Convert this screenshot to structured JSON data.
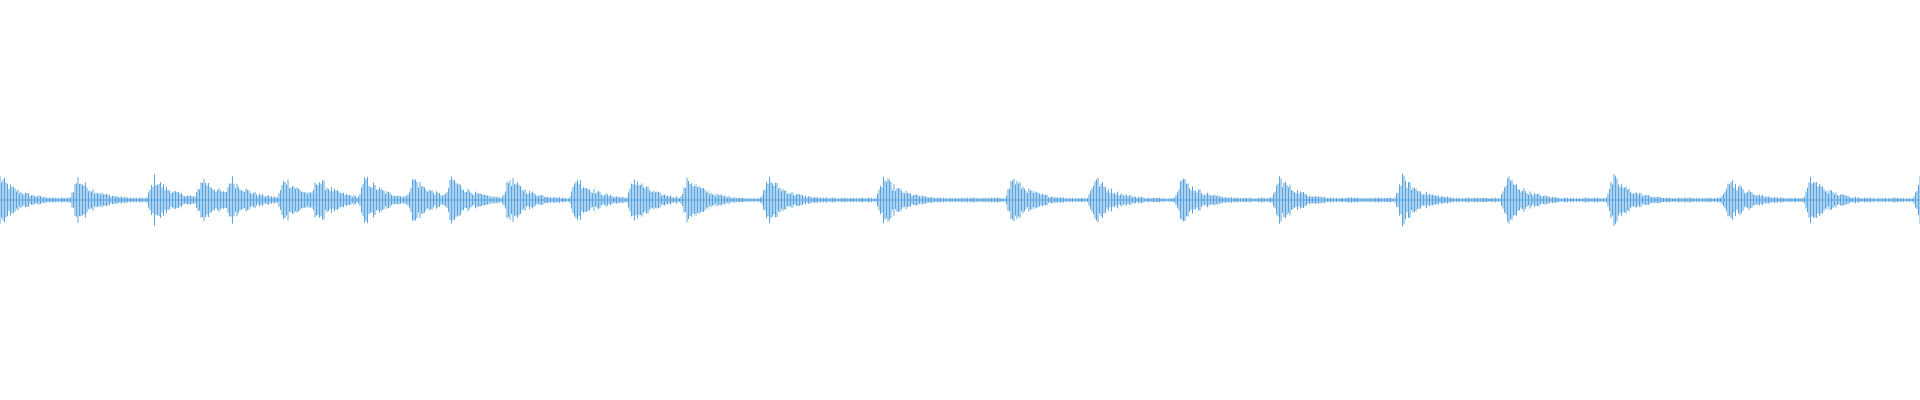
{
  "waveform": {
    "color": "#5aa5e0",
    "background": "#ffffff",
    "peak_level": 0.12,
    "baseline_level": 0.012,
    "bursts": [
      0.0,
      0.04,
      0.08,
      0.105,
      0.12,
      0.148,
      0.165,
      0.19,
      0.215,
      0.235,
      0.265,
      0.3,
      0.33,
      0.358,
      0.4,
      0.46,
      0.527,
      0.57,
      0.615,
      0.666,
      0.73,
      0.785,
      0.84,
      0.9,
      0.943,
      1.0
    ]
  }
}
